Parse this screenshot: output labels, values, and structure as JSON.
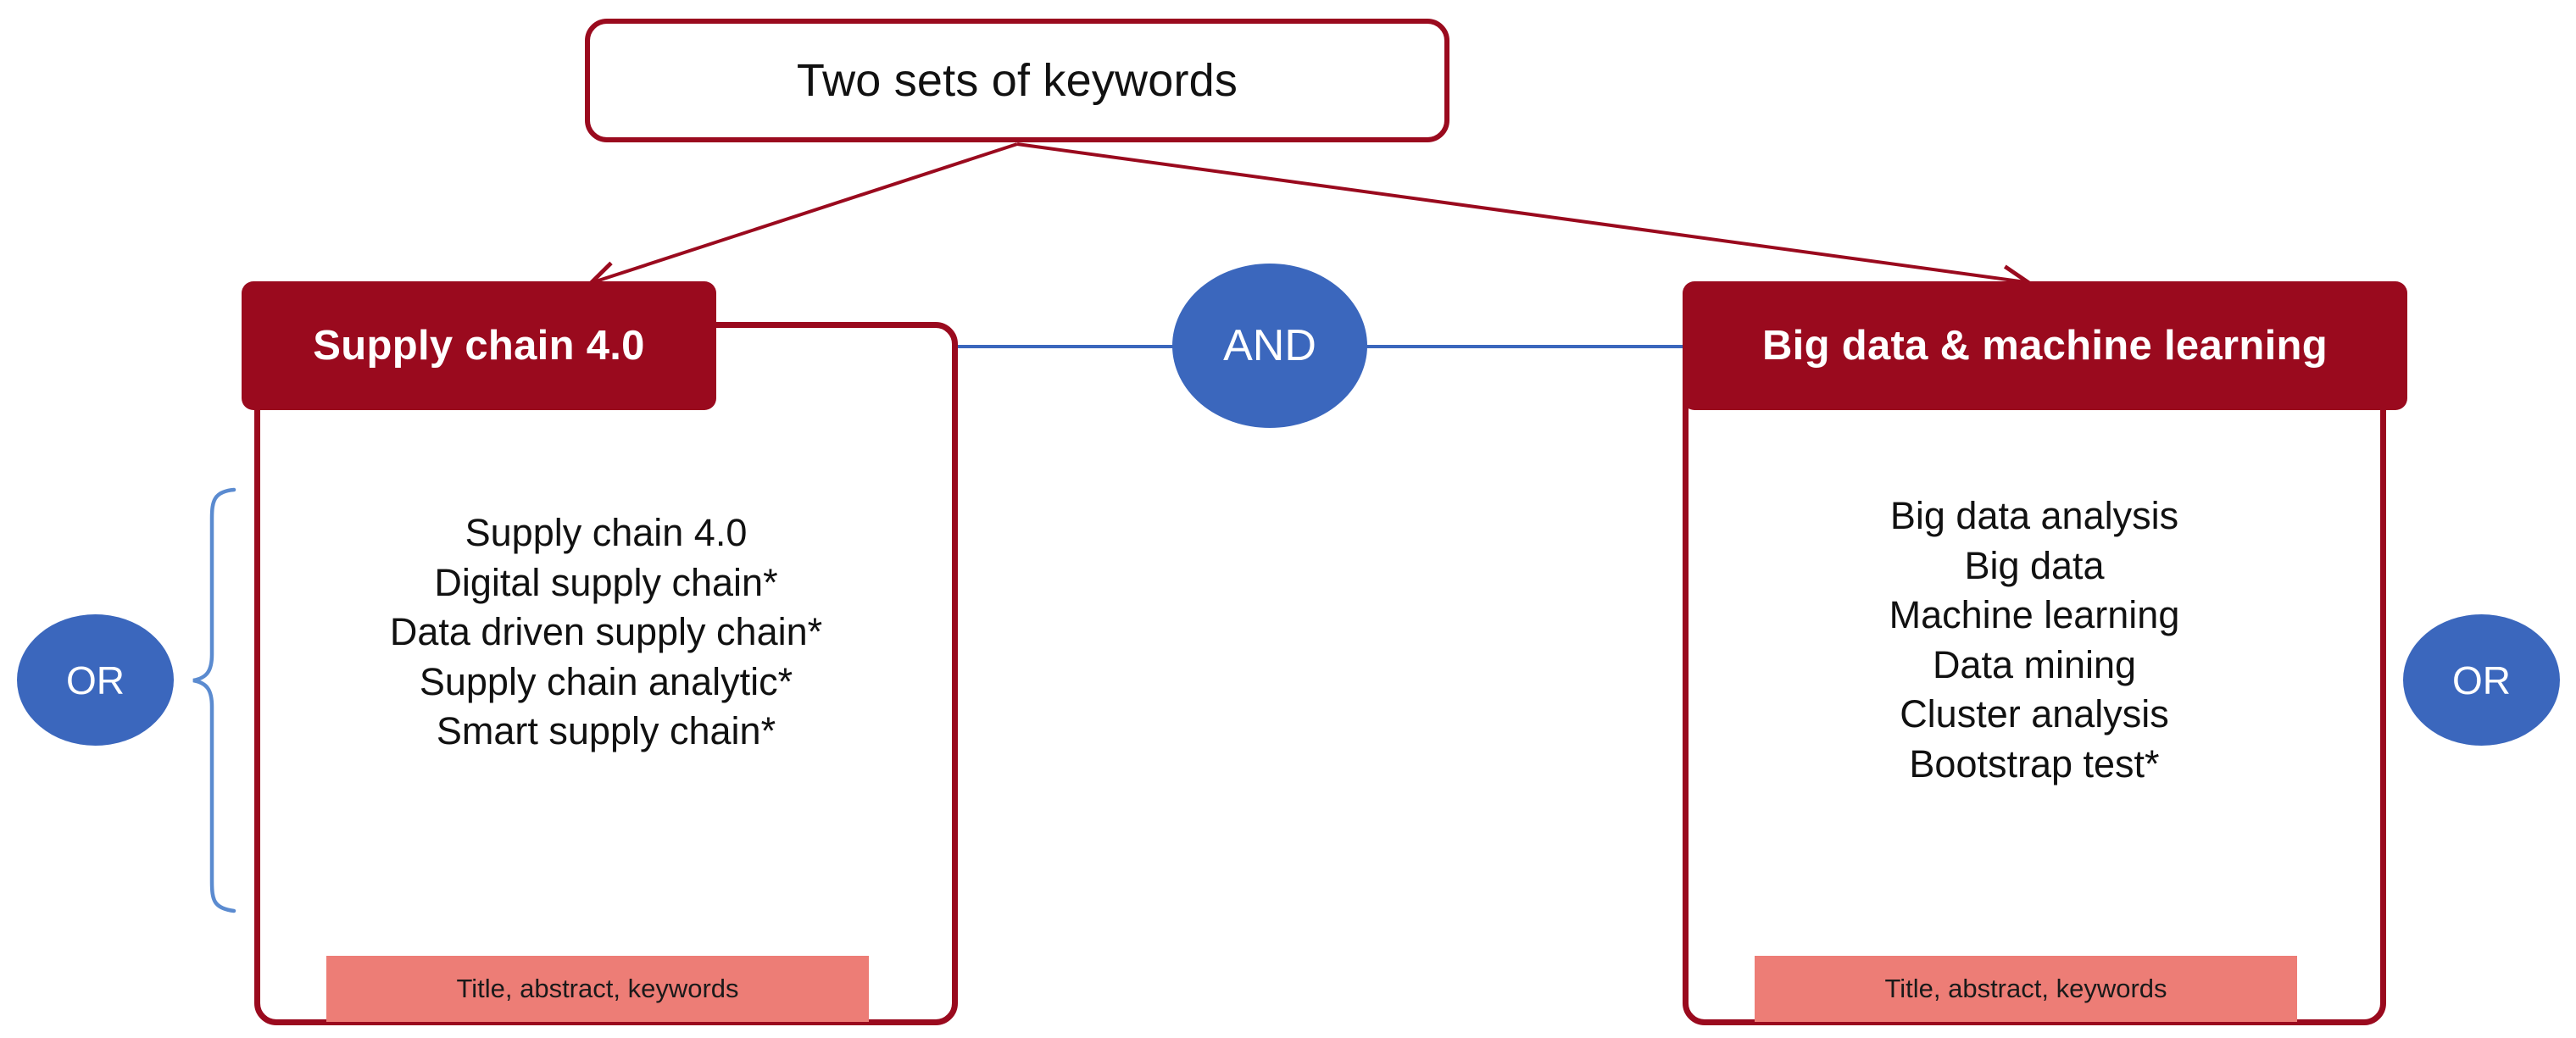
{
  "diagram": {
    "title": "Two sets of keywords",
    "connector_operator": "AND",
    "colors": {
      "brand_red": "#9A0A1E",
      "brand_blue": "#3B67BD",
      "footer_pink": "#ED7D76",
      "text_dark": "#111111",
      "background": "#FFFFFF"
    },
    "groups": [
      {
        "id": "supply-chain",
        "header": "Supply chain 4.0",
        "operator": "OR",
        "operator_side": "left",
        "keywords": [
          "Supply chain 4.0",
          "Digital supply chain*",
          "Data driven supply chain*",
          "Supply chain analytic*",
          "Smart supply chain*"
        ],
        "footer": "Title, abstract, keywords"
      },
      {
        "id": "big-data-ml",
        "header": "Big data & machine learning",
        "operator": "OR",
        "operator_side": "right",
        "keywords": [
          "Big data analysis",
          "Big data",
          "Machine learning",
          "Data mining",
          "Cluster analysis",
          "Bootstrap test*"
        ],
        "footer": "Title, abstract, keywords"
      }
    ]
  }
}
